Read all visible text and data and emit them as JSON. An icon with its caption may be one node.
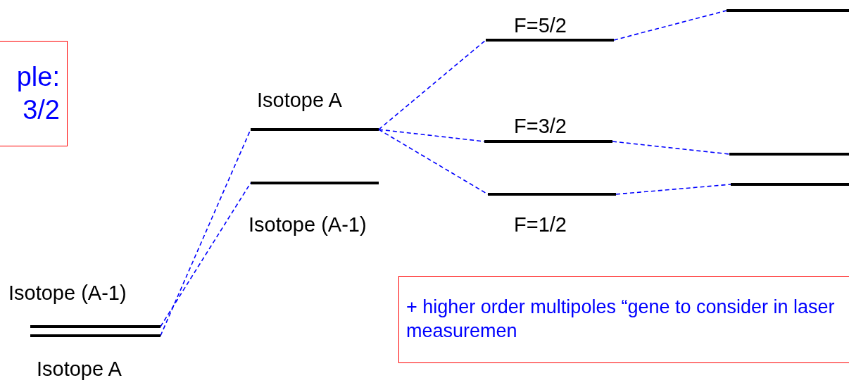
{
  "diagram": {
    "nodes": [
      {
        "text": [
          "ple: 3/2"
        ]
      },
      {
        "text": [],
        "shape": "bar",
        "beside": [
          "Isotope (A-1)"
        ]
      },
      {
        "text": [],
        "shape": "bar",
        "beside": [
          "Isotope A"
        ]
      },
      {
        "text": [],
        "shape": "bar",
        "beside": [
          "Isotope A"
        ]
      },
      {
        "text": [],
        "shape": "bar",
        "beside": [
          "Isotope (A-1)"
        ]
      },
      {
        "text": [],
        "shape": "bar",
        "beside": [
          "F=5/2"
        ]
      },
      {
        "text": [],
        "shape": "bar",
        "beside": [
          "F=3/2"
        ]
      },
      {
        "text": [],
        "shape": "bar",
        "beside": [
          "F=1/2"
        ]
      },
      {
        "text": [],
        "shape": "bar"
      },
      {
        "text": [],
        "shape": "bar"
      },
      {
        "text": [],
        "shape": "bar"
      },
      {
        "text": [
          "+ higher order multipoles “gene to consider in laser measuremen"
        ]
      }
    ],
    "edges": [
      {
        "from": 2,
        "to": 3,
        "arrow": "none",
        "style": "dashed"
      },
      {
        "from": 1,
        "to": 4,
        "arrow": "none",
        "style": "dashed"
      },
      {
        "from": 3,
        "to": 5,
        "arrow": "none",
        "style": "dashed"
      },
      {
        "from": 3,
        "to": 6,
        "arrow": "none",
        "style": "dashed"
      },
      {
        "from": 3,
        "to": 7,
        "arrow": "none",
        "style": "dashed"
      },
      {
        "from": 5,
        "to": 8,
        "arrow": "none",
        "style": "dashed"
      },
      {
        "from": 6,
        "to": 9,
        "arrow": "none",
        "style": "dashed"
      },
      {
        "from": 7,
        "to": 10,
        "arrow": "none",
        "style": "dashed"
      }
    ]
  }
}
